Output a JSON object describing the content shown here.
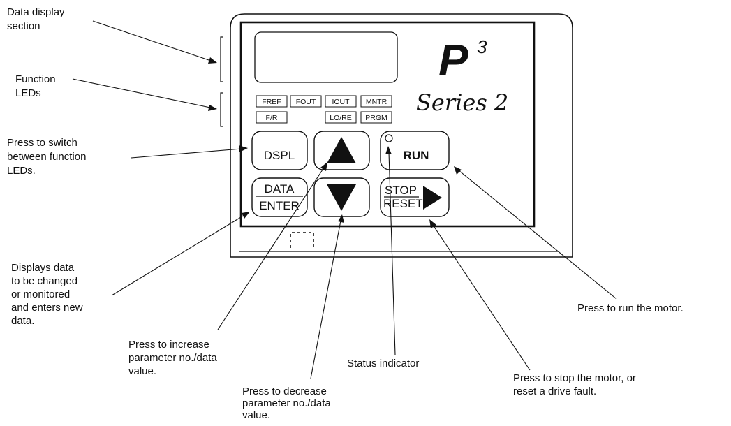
{
  "callouts": {
    "data_display": [
      "Data display",
      "section"
    ],
    "function_leds": [
      "Function",
      "LEDs"
    ],
    "dspl_key": [
      "Press to switch",
      "between function",
      "LEDs."
    ],
    "data_enter_key": [
      "Displays data",
      "to be changed",
      "or monitored",
      "and enters new",
      "data."
    ],
    "increase_key": [
      "Press to increase",
      "parameter no./data",
      "value."
    ],
    "decrease_key": [
      "Press to decrease",
      "parameter no./data",
      "value."
    ],
    "status_indicator": [
      "Status indicator"
    ],
    "stop_key": [
      "Press to stop the motor, or",
      "reset a drive fault."
    ],
    "run_key": [
      "Press to run the motor."
    ]
  },
  "panel": {
    "brand": {
      "p": "P",
      "superscript": "3",
      "series": "Series 2"
    },
    "led_labels": {
      "fref": "FREF",
      "fout": "FOUT",
      "iout": "IOUT",
      "mntr": "MNTR",
      "fr": "F/R",
      "lore": "LO/RE",
      "prgm": "PRGM"
    },
    "keys": {
      "dspl": "DSPL",
      "data": "DATA",
      "enter": "ENTER",
      "run": "RUN",
      "stop": "STOP",
      "reset": "RESET"
    }
  },
  "colors": {
    "ink": "#111111",
    "background": "#ffffff"
  }
}
